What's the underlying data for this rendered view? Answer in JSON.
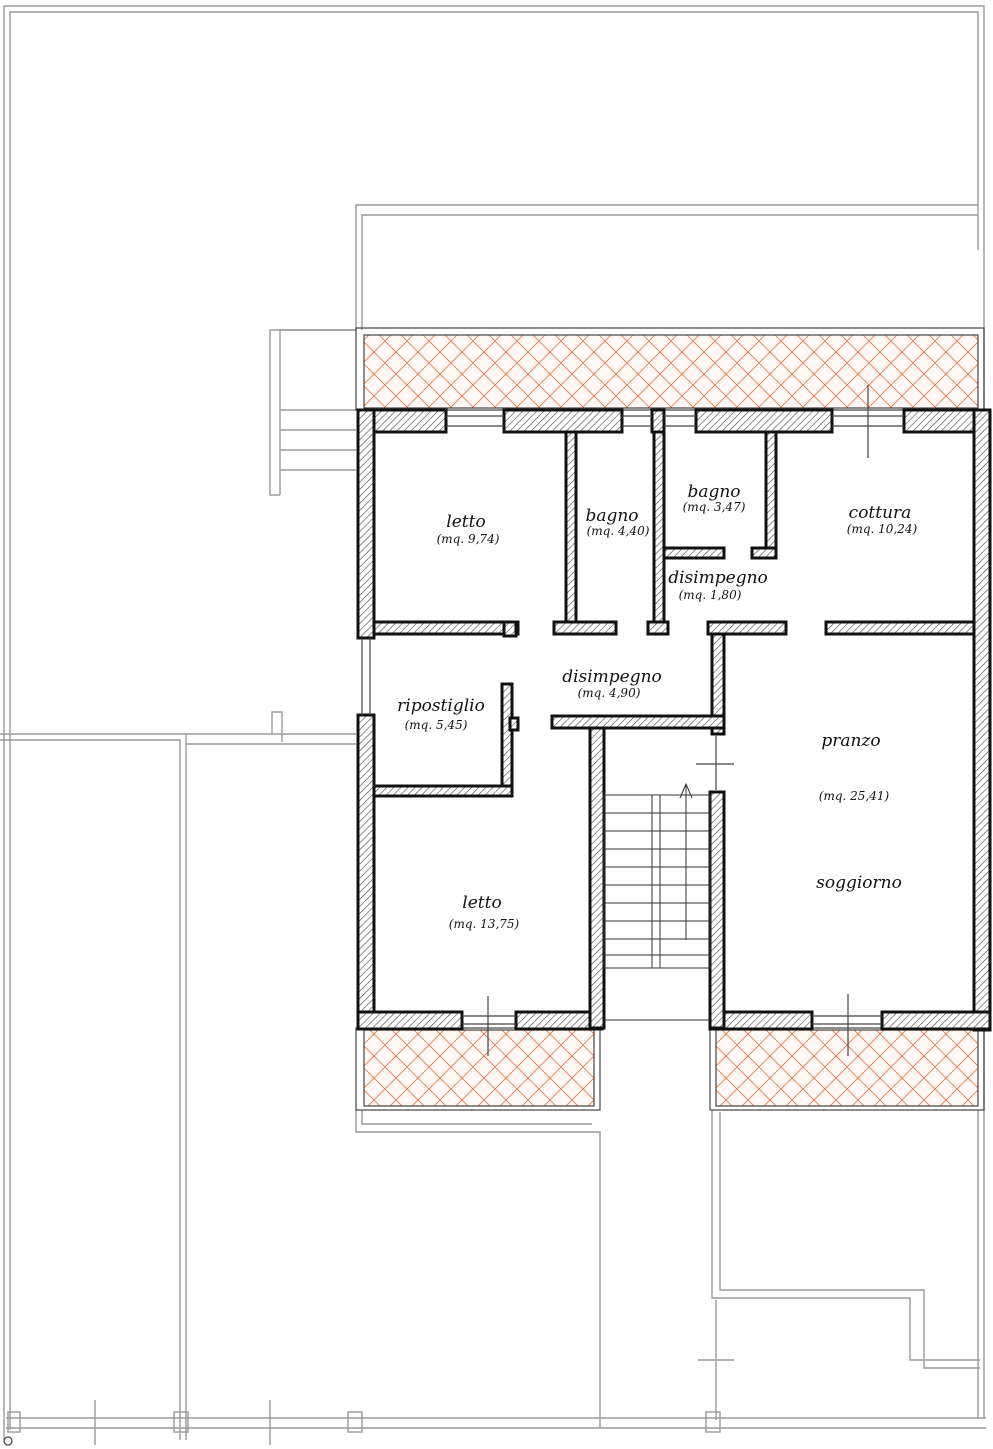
{
  "plan": {
    "rooms": [
      {
        "id": "letto-top",
        "name": "letto",
        "area": "(mq. 9,74)"
      },
      {
        "id": "bagno-1",
        "name": "bagno",
        "area": "(mq. 4,40)"
      },
      {
        "id": "bagno-2",
        "name": "bagno",
        "area": "(mq. 3,47)"
      },
      {
        "id": "cottura",
        "name": "cottura",
        "area": "(mq. 10,24)"
      },
      {
        "id": "disimpegno-small",
        "name": "disimpegno",
        "area": "(mq. 1,80)"
      },
      {
        "id": "disimpegno-main",
        "name": "disimpegno",
        "area": "(mq. 4,90)"
      },
      {
        "id": "ripostiglio",
        "name": "ripostiglio",
        "area": "(mq. 5,45)"
      },
      {
        "id": "pranzo",
        "name": "pranzo",
        "area": "(mq. 25,41)"
      },
      {
        "id": "soggiorno",
        "name": "soggiorno",
        "area": ""
      },
      {
        "id": "letto-bottom",
        "name": "letto",
        "area": "(mq. 13,75)"
      }
    ],
    "colors": {
      "wall_outline": "#111111",
      "terrace_hatch": "#e07a4f",
      "context_lines": "#9a9a9a"
    }
  }
}
